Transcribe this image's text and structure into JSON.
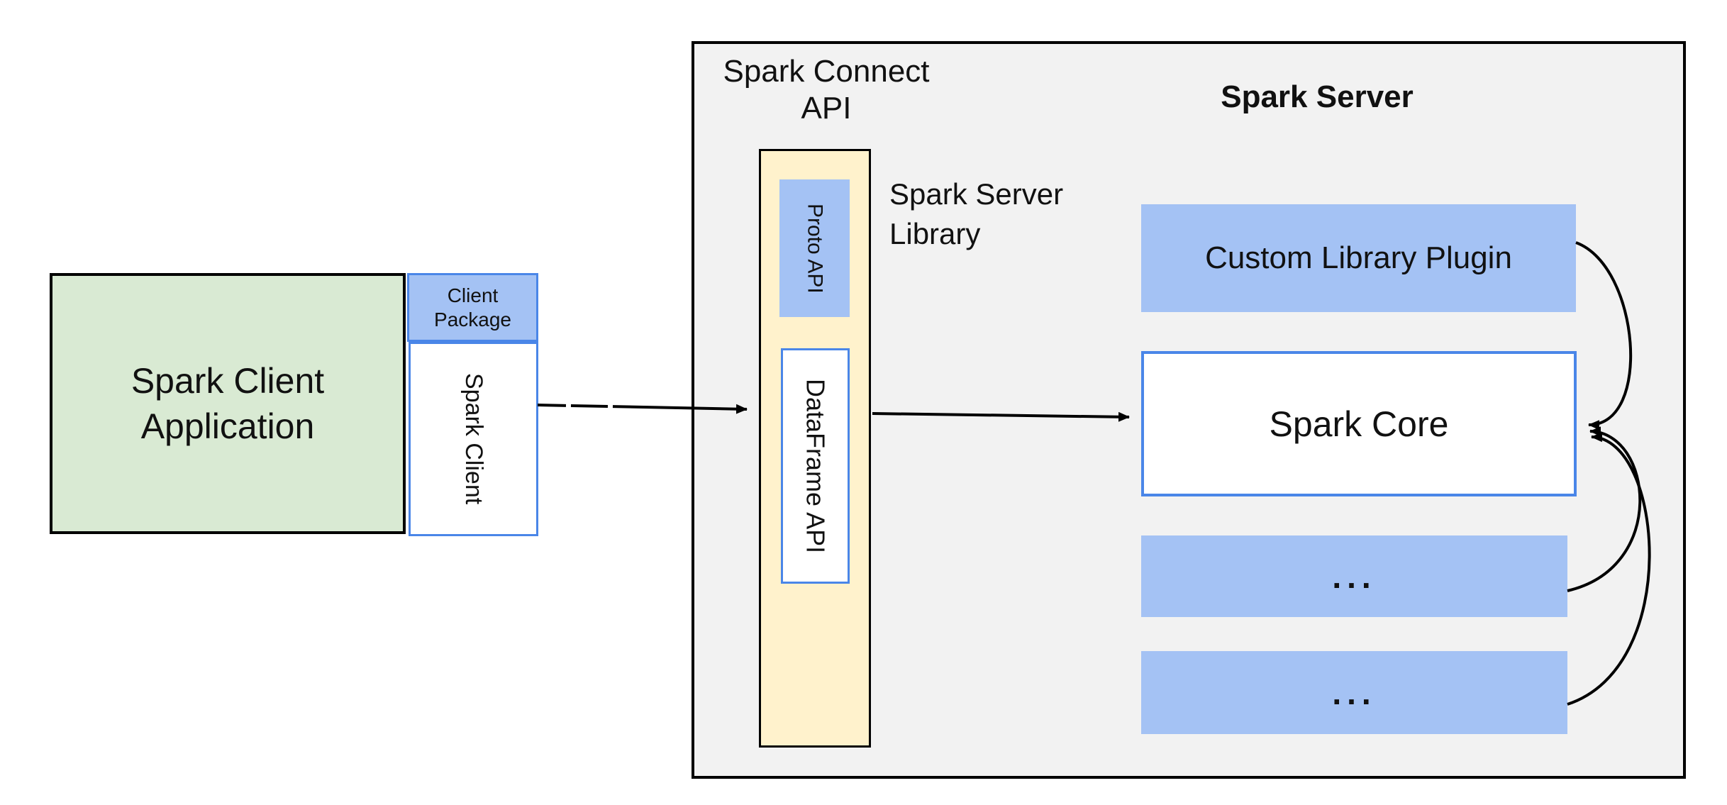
{
  "colors": {
    "page_bg": "#ffffff",
    "container_fill": "#f2f2f2",
    "container_border": "#000000",
    "green_fill": "#d9ead3",
    "blue_fill": "#a4c2f4",
    "blue_border": "#4a86e8",
    "yellow_fill": "#fff2cc",
    "arrow": "#000000",
    "text": "#111111"
  },
  "client": {
    "app_label": "Spark Client\nApplication",
    "package_label": "Client\nPackage",
    "client_label": "Spark Client"
  },
  "connect": {
    "api_label": "Spark Connect\nAPI",
    "proto_label": "Proto API",
    "dataframe_label": "DataFrame API",
    "server_library_label": "Spark Server\nLibrary"
  },
  "server": {
    "title": "Spark Server",
    "plugin_label": "Custom Library Plugin",
    "core_label": "Spark Core",
    "ellipsis_1": "...",
    "ellipsis_2": "..."
  }
}
